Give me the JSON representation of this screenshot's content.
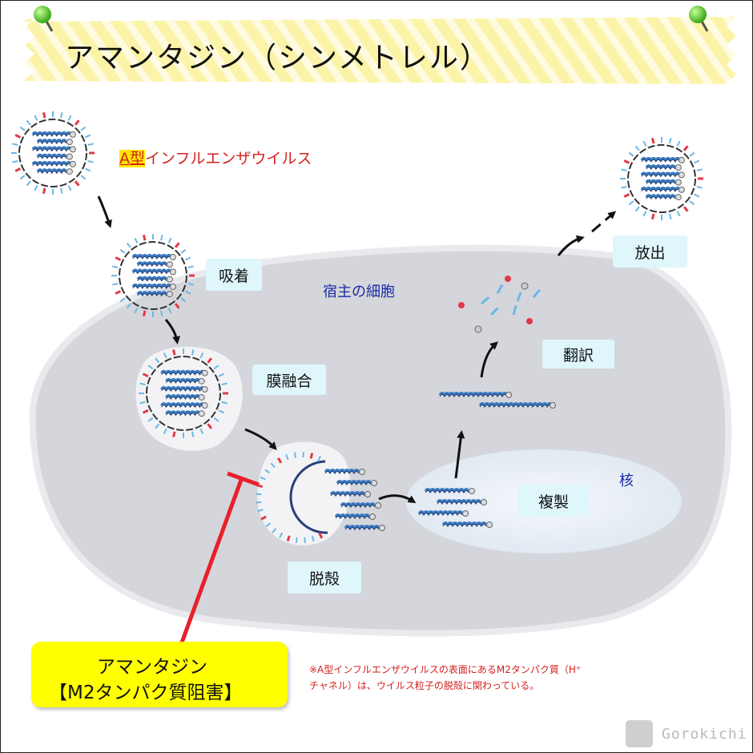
{
  "title": "アマンタジン（シンメトレル）",
  "virus_type": {
    "highlight": "A型",
    "rest": "インフルエンザウイルス"
  },
  "steps": {
    "adsorption": "吸着",
    "fusion": "膜融合",
    "uncoating": "脱殻",
    "replication": "複製",
    "translation": "翻訳",
    "release": "放出"
  },
  "host_cell": "宿主の細胞",
  "nucleus": "核",
  "drug": {
    "name": "アマンタジン",
    "mechanism": "【M2タンパク質阻害】"
  },
  "note": {
    "line1": "※A型インフルエンザウイルスの表面にあるM2タンパク質（H⁺",
    "line2": "チャネル）は、ウイルス粒子の脱殻に関わっている。"
  },
  "brand": "Gorokichi",
  "colors": {
    "inhibit": "#e8202a",
    "title_band": "#fbf3a8",
    "cell": "#d4d6db",
    "accent_text": "#d42020",
    "label_bg": "#dff6fb"
  }
}
